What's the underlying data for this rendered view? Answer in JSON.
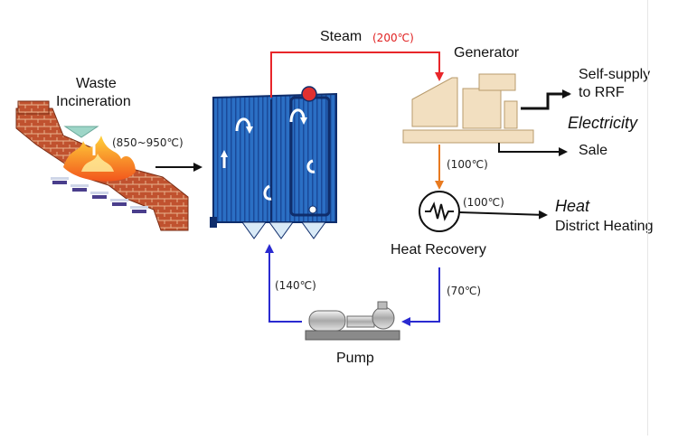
{
  "labels": {
    "waste_line1": "Waste",
    "waste_line2": "Incineration",
    "furnace_temp": "(850~950℃)",
    "steam": "Steam",
    "steam_temp": "(200℃)",
    "generator": "Generator",
    "self_supply_line1": "Self-supply",
    "self_supply_line2": "to RRF",
    "electricity": "Electricity",
    "sale": "Sale",
    "gen_out_temp": "(100℃)",
    "hx_out_temp": "(100℃)",
    "heat": "Heat",
    "district_heating": "District Heating",
    "heat_recovery": "Heat Recovery",
    "return_temp": "(70℃)",
    "boiler_in_temp": "(140℃)",
    "pump": "Pump"
  },
  "colors": {
    "steam_line": "#e8262a",
    "condensate_line": "#e87a20",
    "return_line": "#2a2ad0",
    "output_line": "#111111",
    "boiler_blue": "#2b6fc4",
    "boiler_dark": "#0f2d6b",
    "turbine_fill": "#f2dfc0",
    "brick": "#c0522f"
  },
  "icons": [
    "incinerator-icon",
    "boiler-icon",
    "turbine-generator-icon",
    "heat-exchanger-icon",
    "pump-icon"
  ]
}
